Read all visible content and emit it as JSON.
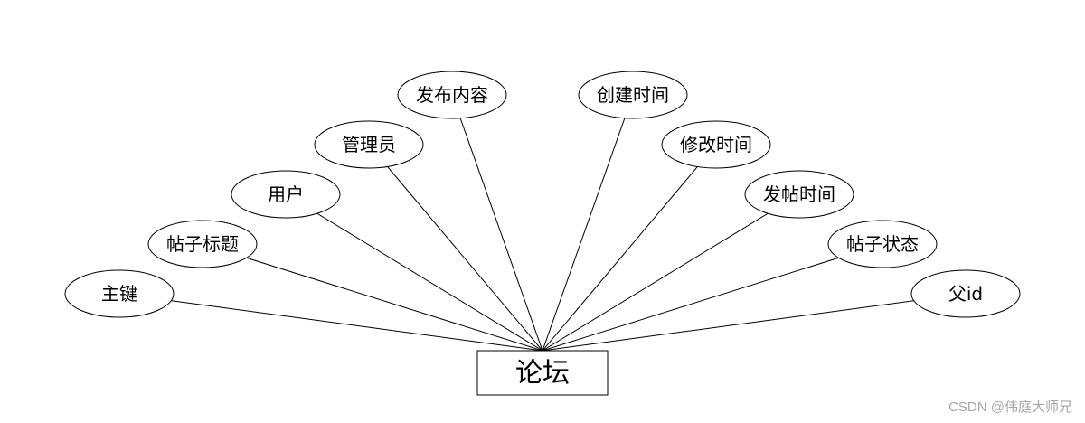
{
  "entity": {
    "label": "论坛"
  },
  "attributes": [
    {
      "label": "主键"
    },
    {
      "label": "帖子标题"
    },
    {
      "label": "用户"
    },
    {
      "label": "管理员"
    },
    {
      "label": "发布内容"
    },
    {
      "label": "创建时间"
    },
    {
      "label": "修改时间"
    },
    {
      "label": "发帖时间"
    },
    {
      "label": "帖子状态"
    },
    {
      "label": "父id"
    }
  ],
  "colors": {
    "stroke": "#000000",
    "background": "#ffffff",
    "watermark": "#a6a6a6"
  },
  "watermark": {
    "text": "CSDN @伟庭大师兄"
  }
}
